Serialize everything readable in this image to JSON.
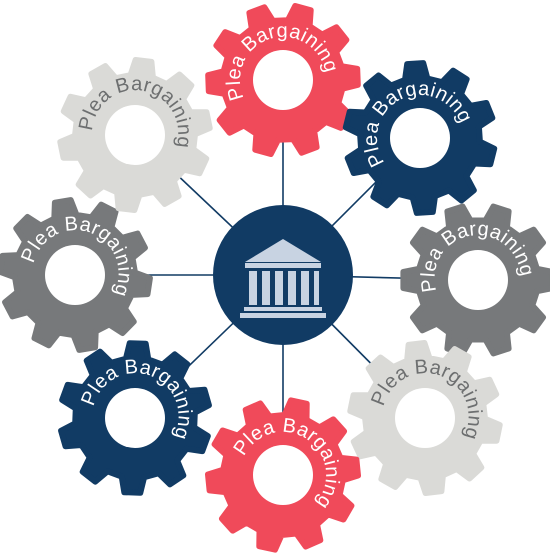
{
  "hub": {
    "color": "#113b64",
    "icon": "courthouse-icon"
  },
  "gears": [
    {
      "id": "top",
      "label": "Plea Bargaining",
      "color": "#f04a5a",
      "text_color": "#ffffff"
    },
    {
      "id": "top-right",
      "label": "Plea Bargaining",
      "color": "#113b64",
      "text_color": "#ffffff"
    },
    {
      "id": "right",
      "label": "Plea Bargaining",
      "color": "#77797b",
      "text_color": "#ffffff"
    },
    {
      "id": "bottom-right",
      "label": "Plea Bargaining",
      "color": "#dadad7",
      "text_color": "#6d6f70"
    },
    {
      "id": "bottom",
      "label": "Plea Bargaining",
      "color": "#f04a5a",
      "text_color": "#ffffff"
    },
    {
      "id": "bottom-left",
      "label": "Plea Bargaining",
      "color": "#113b64",
      "text_color": "#ffffff"
    },
    {
      "id": "left",
      "label": "Plea Bargaining",
      "color": "#77797b",
      "text_color": "#ffffff"
    },
    {
      "id": "top-left",
      "label": "Plea Bargaining",
      "color": "#dadad7",
      "text_color": "#6d6f70"
    }
  ],
  "connector_color": "#113b64"
}
